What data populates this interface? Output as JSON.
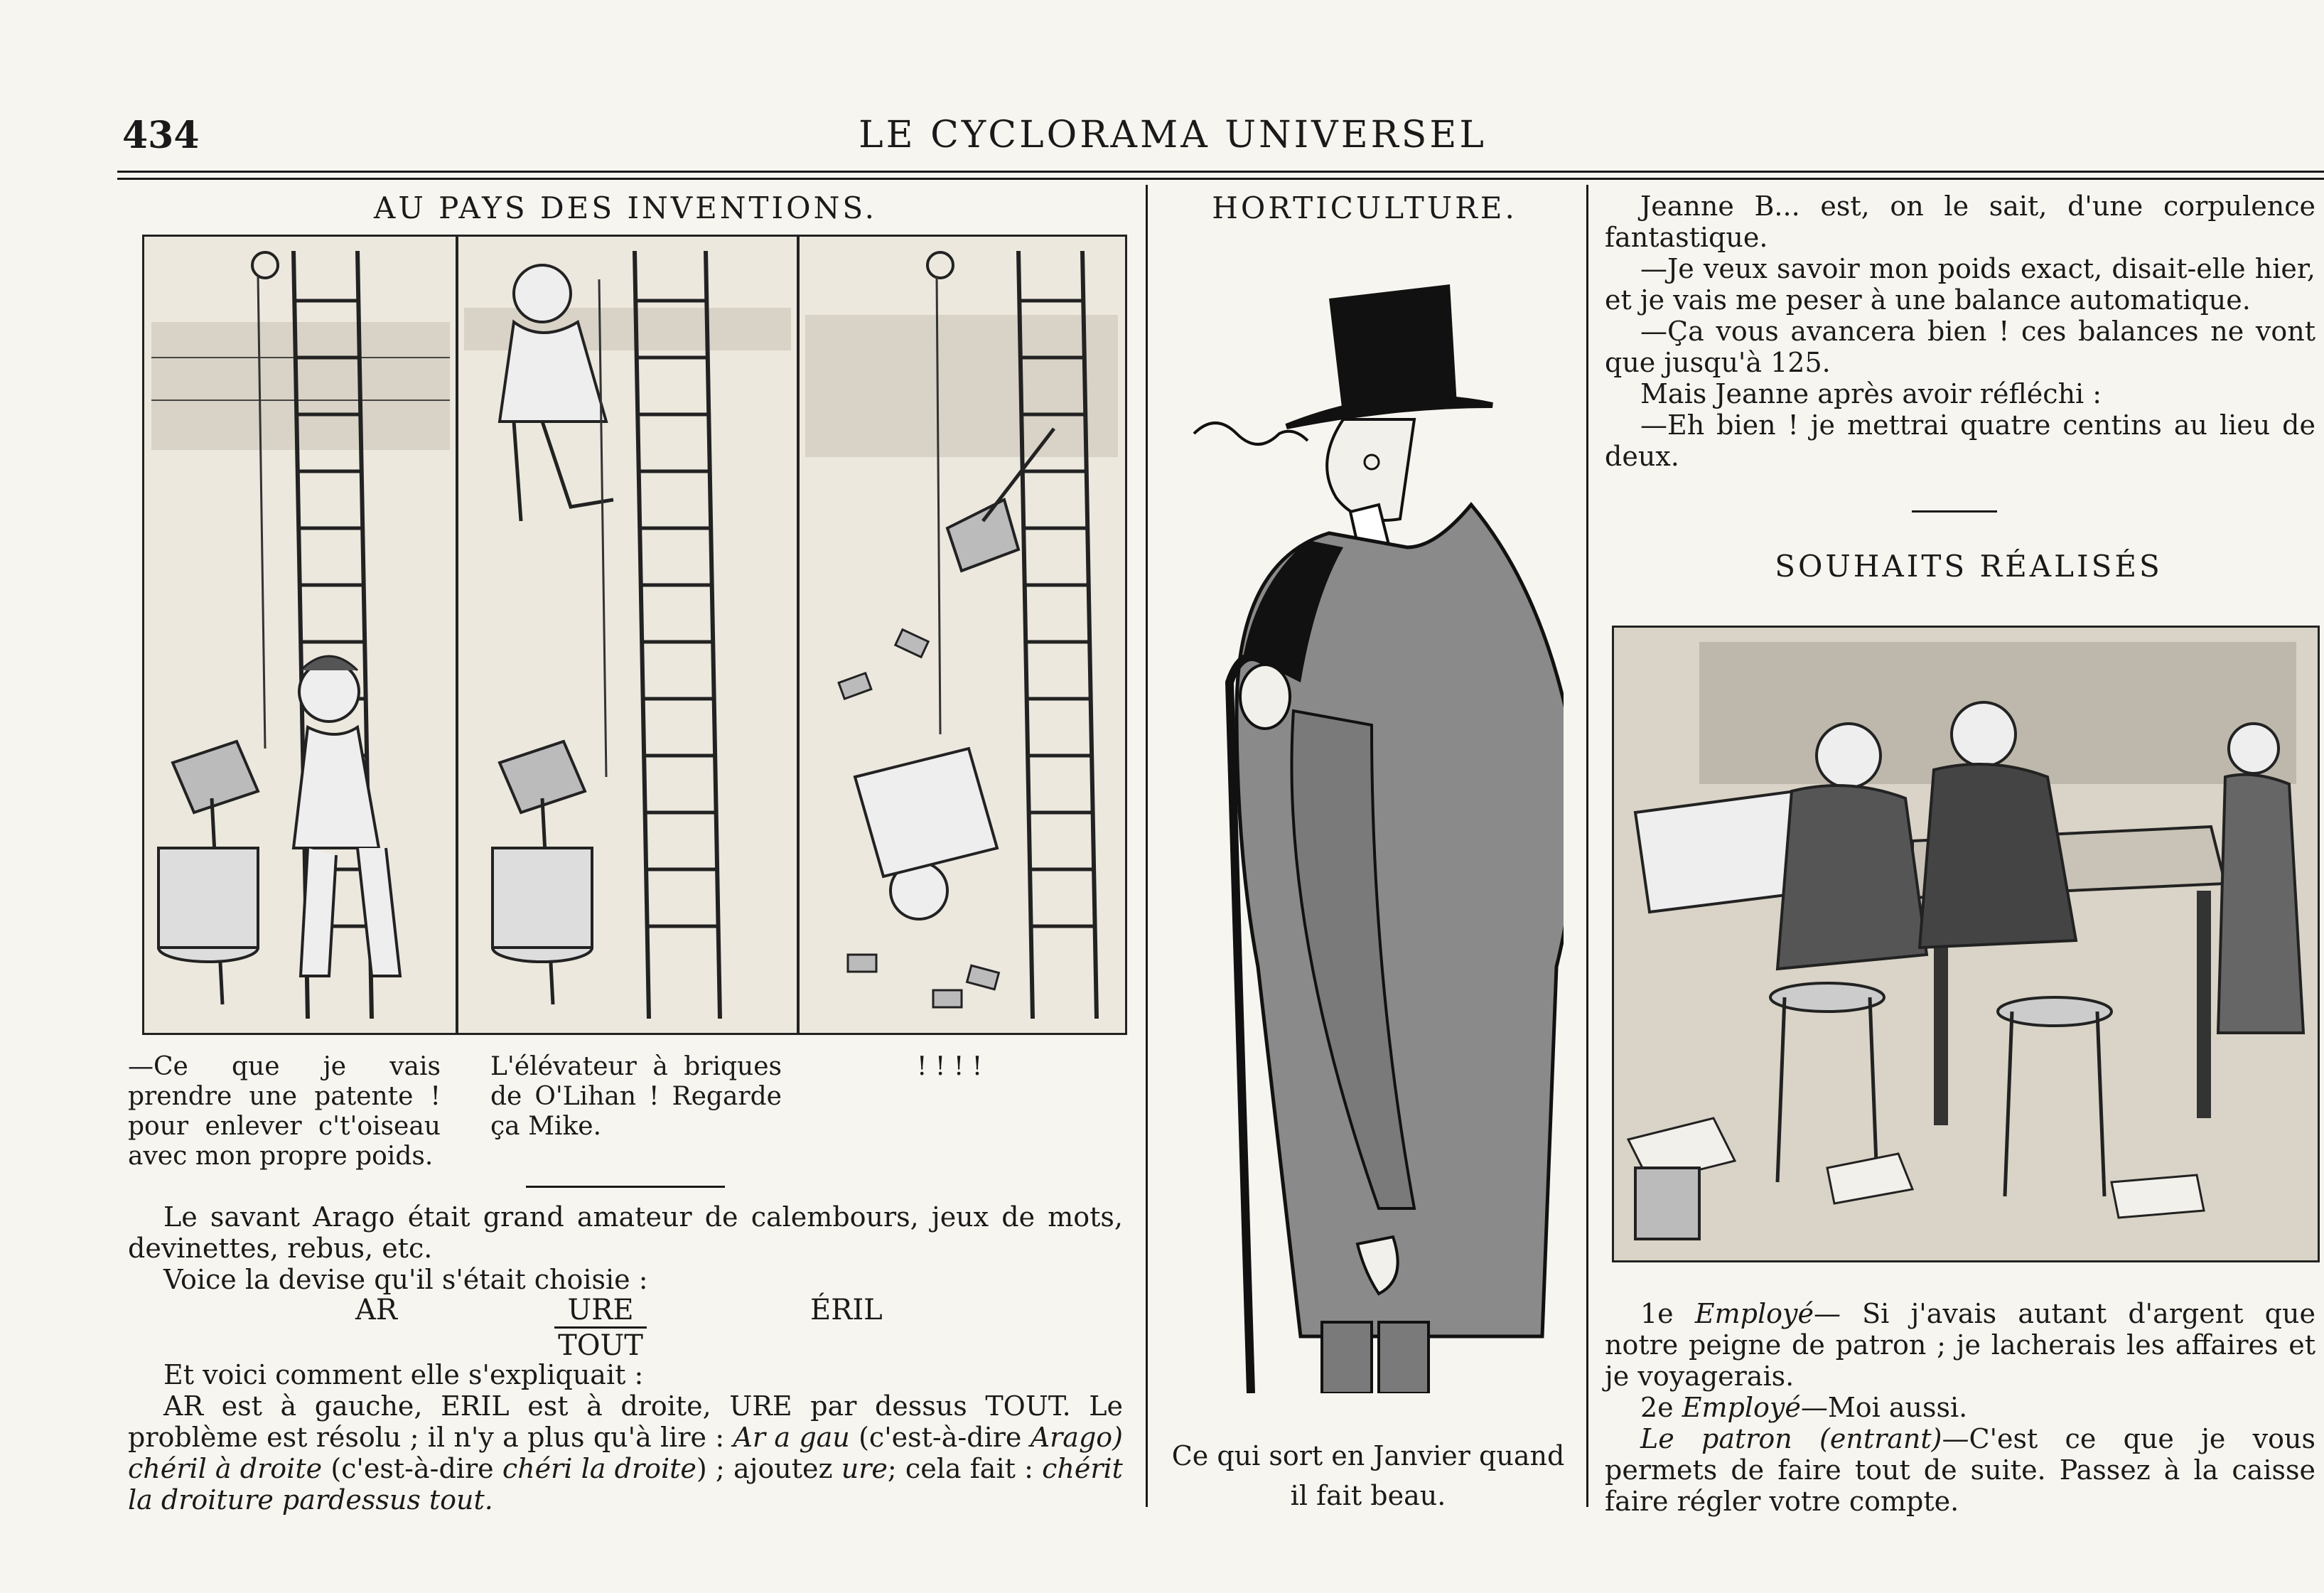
{
  "header": {
    "page_number": "434",
    "publication": "LE CYCLORAMA UNIVERSEL"
  },
  "inventions": {
    "title": "AU PAYS DES INVENTIONS.",
    "captions": [
      "—Ce que je vais prendre une patente ! pour enlever c't'oiseau avec mon propre poids.",
      "L'élévateur à briques de O'Lihan ! Regarde ça Mike.",
      "! ! ! !"
    ]
  },
  "arago": {
    "line1": "Le savant Arago était grand amateur de calembours, jeux de mots, devinettes, rebus, etc.",
    "line2": "Voice la devise qu'il s'était choisie :",
    "rebus_left": "AR",
    "rebus_top": "URE",
    "rebus_bottom": "TOUT",
    "rebus_right": "ÉRIL",
    "line3": "Et voici comment elle s'expliquait :",
    "line4": "AR est à gauche, ERIL est à droite, URE par dessus TOUT. Le problème est résolu ; il n'y a plus qu'à lire :",
    "it1": "Ar a gau",
    "txt1": "(c'est-à-dire",
    "it2": "Arago) chéril à droite",
    "txt2": "(c'est-à-dire",
    "it3": "chéri la droite",
    "txt3": ") ; ajoutez",
    "it4": "ure",
    "txt4": "; cela fait :",
    "it5": "chérit la droiture pardessus tout."
  },
  "horticulture": {
    "title": "HORTICULTURE.",
    "caption": "Ce qui sort en Janvier quand il fait beau."
  },
  "jeanne": {
    "p1": "Jeanne B... est, on le sait, d'une corpulence fantastique.",
    "p2": "—Je veux savoir mon poids exact, disait-elle hier, et je vais me peser à une balance automatique.",
    "p3": "—Ça vous avancera bien ! ces balances ne vont que jusqu'à 125.",
    "p4": "Mais Jeanne après avoir réfléchi :",
    "p5": "—Eh bien ! je mettrai quatre centins au lieu de deux."
  },
  "souhaits": {
    "title": "SOUHAITS RÉALISÉS",
    "e1_num": "1e",
    "e1_label": "Employé—",
    "e1_text": "Si j'avais autant d'argent que notre peigne de patron ; je lacherais les affaires et je voyagerais.",
    "e2_num": "2e",
    "e2_label": "Employé",
    "e2_text": "—Moi aussi.",
    "patron_label": "Le patron",
    "patron_stage": "(entrant)",
    "patron_text": "—C'est ce que je vous permets de faire tout de suite. Passez à la caisse faire régler votre compte."
  }
}
